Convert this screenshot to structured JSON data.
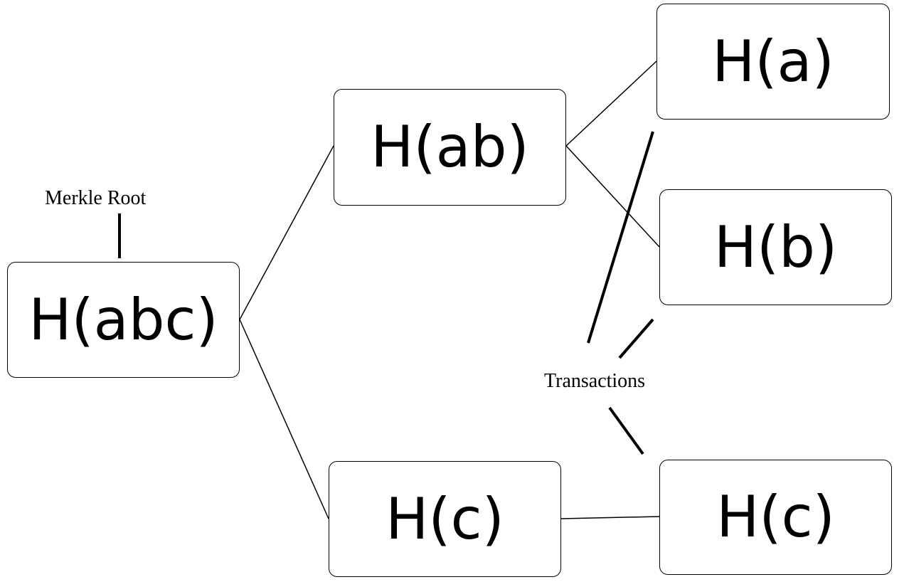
{
  "nodes": {
    "root": {
      "label": "H(abc)"
    },
    "left_internal": {
      "label": "H(ab)"
    },
    "right_internal": {
      "label": "H(c)"
    },
    "leaf_a": {
      "label": "H(a)"
    },
    "leaf_b": {
      "label": "H(b)"
    },
    "leaf_c": {
      "label": "H(c)"
    }
  },
  "annotations": {
    "merkle_root": "Merkle Root",
    "transactions": "Transactions"
  },
  "colors": {
    "line": "#000000",
    "box_border": "#000000",
    "background": "#ffffff",
    "text": "#000000"
  }
}
